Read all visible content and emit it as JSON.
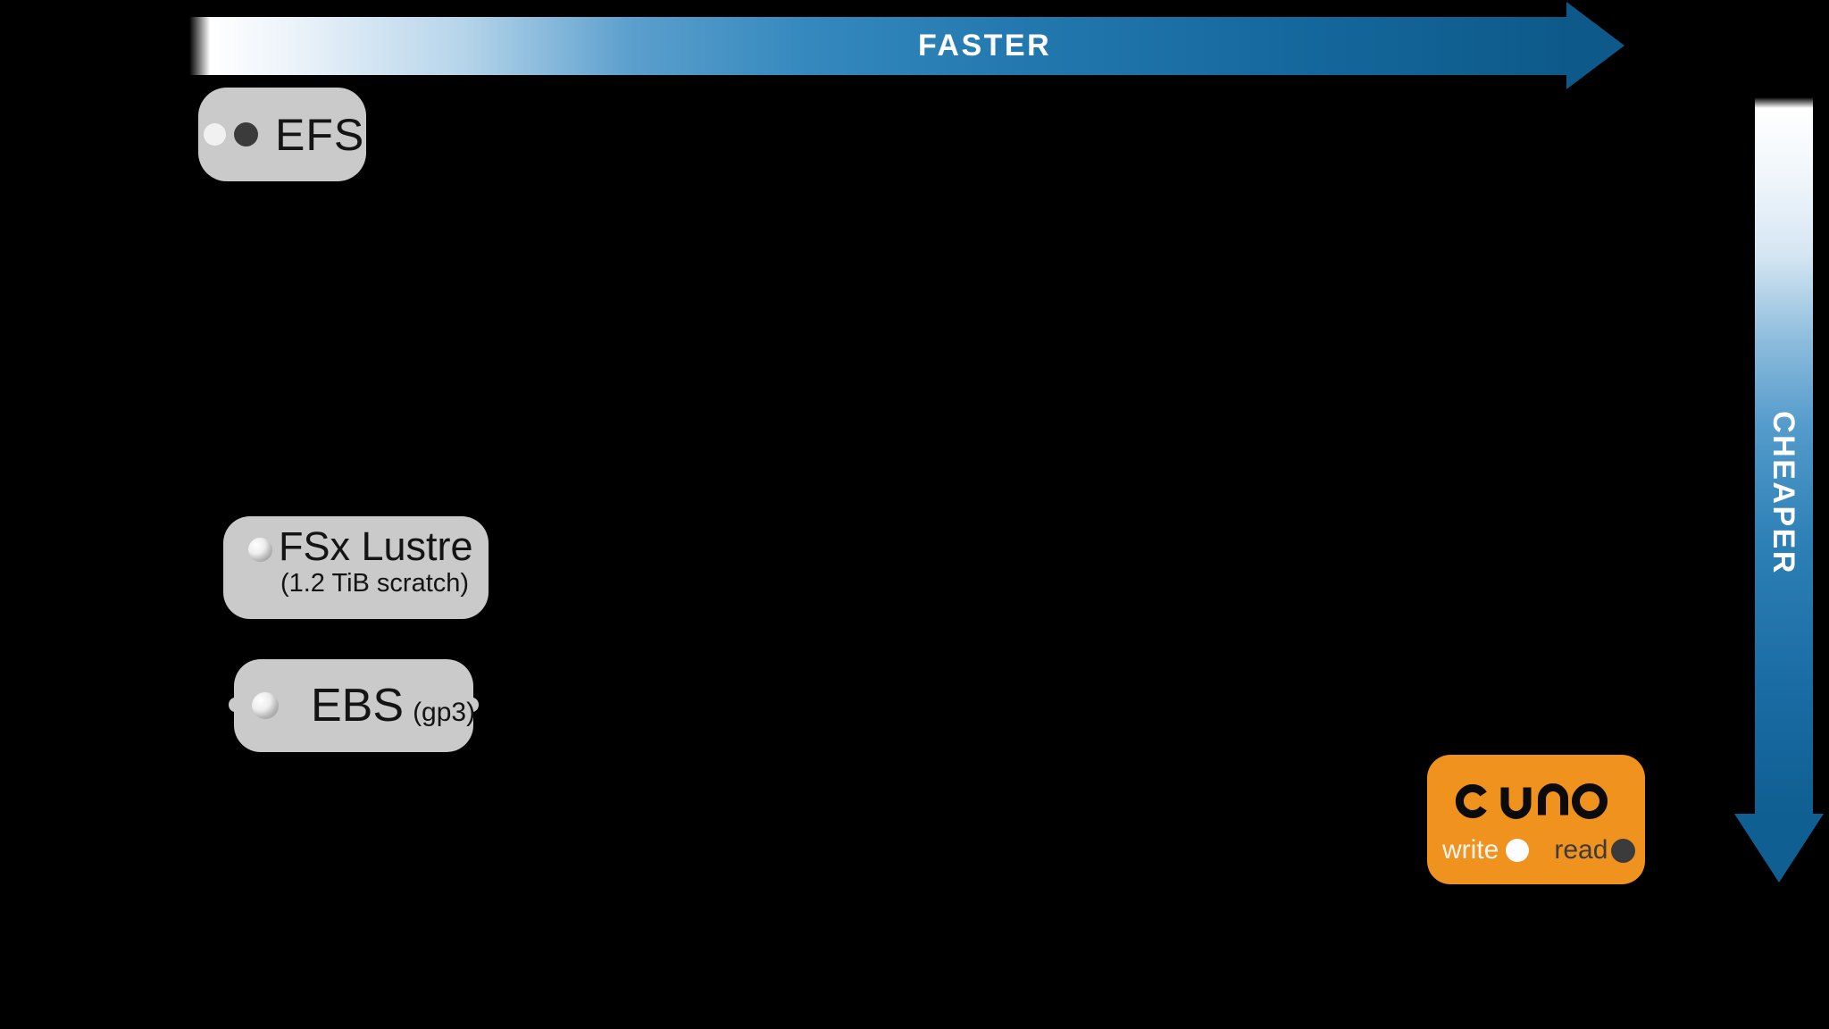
{
  "axes": {
    "x": {
      "label": "FASTER",
      "direction": "right"
    },
    "y": {
      "label": "CHEAPER",
      "direction": "down"
    }
  },
  "colors": {
    "background": "#000000",
    "arrow_gradient_start": "#ffffff",
    "arrow_gradient_end": "#0d5a8a",
    "chip_gray": "#cacaca",
    "cuno_orange": "#f0921e",
    "write_marker": "#ffffff",
    "read_marker": "#3b3b3b"
  },
  "legend": {
    "write_label": "write",
    "read_label": "read"
  },
  "nodes": {
    "efs": {
      "label": "EFS"
    },
    "fsx_lustre": {
      "label": "FSx Lustre",
      "sublabel": "(1.2 TiB scratch)"
    },
    "ebs": {
      "label": "EBS",
      "sublabel": "(gp3)"
    },
    "cuno": {
      "logo_text": "cuno",
      "write_label": "write",
      "read_label": "read"
    }
  }
}
